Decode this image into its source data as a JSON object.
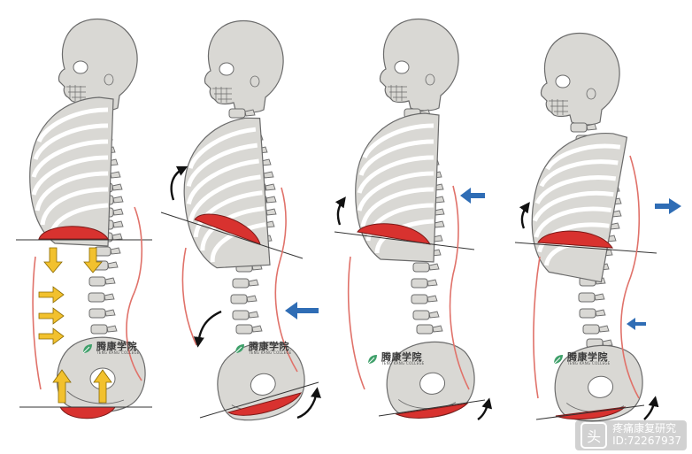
{
  "watermarks": [
    {
      "main": "腾康学院",
      "sub": "TENG KANG COLLEGE"
    },
    {
      "main": "腾康学院",
      "sub": "TENG KANG COLLEGE"
    },
    {
      "main": "腾康学院",
      "sub": "TENG KANG COLLEGE"
    },
    {
      "main": "腾康学院",
      "sub": "TENG KANG COLLEGE"
    }
  ],
  "badge": {
    "line1": "疼痛康复研究",
    "line2": "ID:72267937",
    "icon": "头"
  },
  "colors": {
    "bone_fill": "#d9d8d4",
    "bone_stroke": "#6b6b6b",
    "diaphragm": "#d8322f",
    "outline_curve": "#e0726a",
    "yellow_arrow": "#f2c12e",
    "blue_arrow": "#2f6db5",
    "black_arrow": "#111111"
  },
  "panels": [
    {
      "id": "neutral",
      "icons": [
        "yellow-arrow-down",
        "yellow-arrow-right",
        "yellow-arrow-up"
      ]
    },
    {
      "id": "flexed",
      "icons": [
        "curved-arrow",
        "blue-arrow-left"
      ]
    },
    {
      "id": "slight",
      "icons": [
        "curved-arrow",
        "blue-arrow-left"
      ]
    },
    {
      "id": "extended",
      "icons": [
        "curved-arrow",
        "blue-arrow-right",
        "blue-arrow-left"
      ]
    }
  ]
}
